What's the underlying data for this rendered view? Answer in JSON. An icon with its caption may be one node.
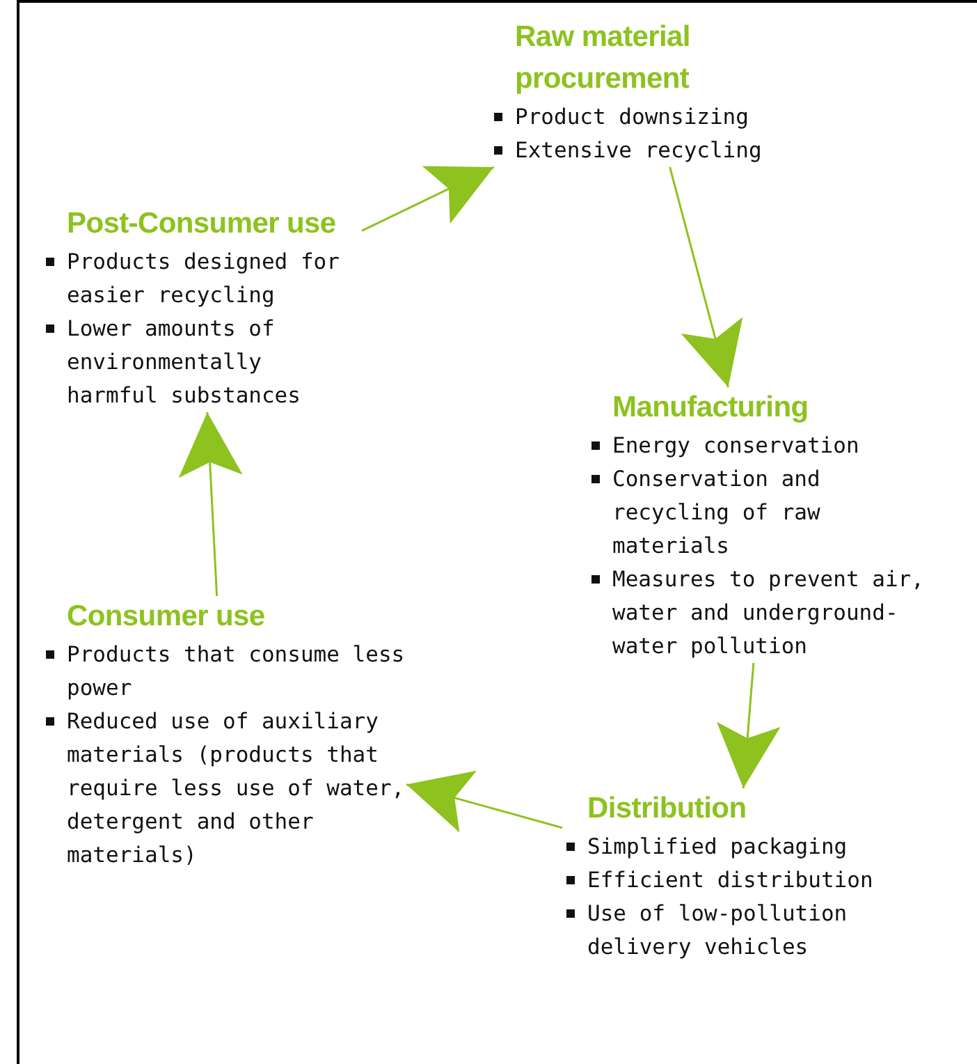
{
  "diagram": {
    "nodes": [
      {
        "text": [
          "Raw material procurement",
          "Product downsizing",
          "Extensive recycling"
        ]
      },
      {
        "text": [
          "Manufacturing",
          "Energy conservation",
          "Conservation and recycling of raw materials",
          "Measures to prevent air, water and underground-water pollution"
        ]
      },
      {
        "text": [
          "Distribution",
          "Simplified packaging",
          "Efficient distribution",
          "Use of low-pollution delivery vehicles"
        ]
      },
      {
        "text": [
          "Consumer use",
          "Products that consume less power",
          "Reduced use of auxiliary materials (products that require less use of water, detergent and other materials)"
        ]
      },
      {
        "text": [
          "Post-Consumer use",
          "Products designed for easier recycling",
          "Lower amounts of environmentally harmful substances"
        ]
      }
    ],
    "edges": [
      {
        "from": 0,
        "to": 1,
        "arrow": "to"
      },
      {
        "from": 1,
        "to": 2,
        "arrow": "to"
      },
      {
        "from": 2,
        "to": 3,
        "arrow": "to"
      },
      {
        "from": 3,
        "to": 4,
        "arrow": "to"
      },
      {
        "from": 4,
        "to": 0,
        "arrow": "to"
      }
    ]
  }
}
